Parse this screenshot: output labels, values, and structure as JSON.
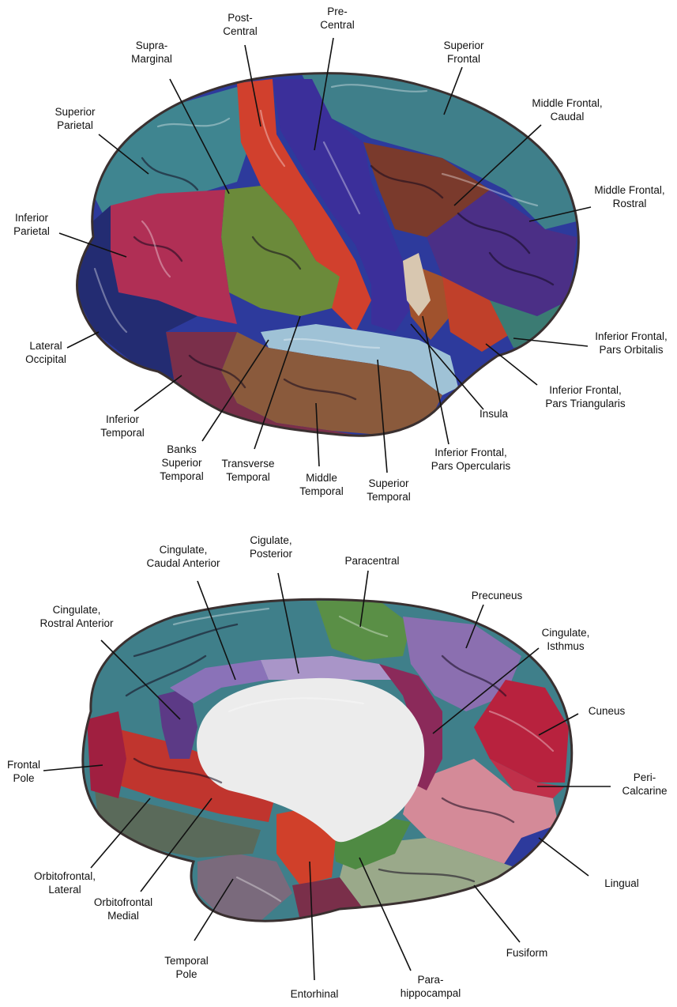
{
  "region_colors": {
    "superior_frontal": "#3f7f8a",
    "middle_frontal_caudal": "#7a3a2c",
    "middle_frontal_rostral": "#4b2f86",
    "pre_central": "#3b2f9a",
    "post_central": "#d1402d",
    "supramarginal": "#6b8a3a",
    "superior_parietal": "#3f8590",
    "inferior_parietal": "#b02f55",
    "lateral_occipital": "#232c72",
    "inferior_temporal": "#7a2f4a",
    "middle_temporal": "#8a5a3c",
    "superior_temporal": "#9fc2d6",
    "insula": "#d8c7b0",
    "pars_opercularis": "#a0522d",
    "pars_triangularis": "#c0402a",
    "pars_orbitalis": "#3b7b73",
    "cingulate_caudal_anterior": "#8a72b8",
    "cingulate_posterior": "#a995c8",
    "cingulate_rostral_anterior": "#5c3a86",
    "cingulate_isthmus": "#8b2a5a",
    "paracentral": "#5a8f46",
    "precuneus": "#8b6fb0",
    "cuneus": "#b8223e",
    "pericalcarine": "#c0304a",
    "lingual": "#d48a98",
    "fusiform": "#9aa98a",
    "parahippocampal": "#4f8a43",
    "entorhinal": "#d0402a",
    "temporal_pole": "#7a6a7c",
    "orbitofrontal_medial": "#c0352e",
    "orbitofrontal_lateral": "#5a6a5a",
    "frontal_pole": "#a01f40",
    "corpus_callosum": "#ececec",
    "lateral_blue": "#2d3a9c"
  },
  "lateral_view": {
    "labels": [
      {
        "key": "post_central",
        "lines": [
          "Post-",
          "Central"
        ]
      },
      {
        "key": "pre_central",
        "lines": [
          "Pre-",
          "Central"
        ]
      },
      {
        "key": "supra_marginal",
        "lines": [
          "Supra-",
          "Marginal"
        ]
      },
      {
        "key": "superior_frontal",
        "lines": [
          "Superior",
          "Frontal"
        ]
      },
      {
        "key": "middle_frontal_caudal",
        "lines": [
          "Middle Frontal,",
          "Caudal"
        ]
      },
      {
        "key": "superior_parietal",
        "lines": [
          "Superior",
          "Parietal"
        ]
      },
      {
        "key": "middle_frontal_rostral",
        "lines": [
          "Middle Frontal,",
          "Rostral"
        ]
      },
      {
        "key": "inferior_parietal",
        "lines": [
          "Inferior",
          "Parietal"
        ]
      },
      {
        "key": "lateral_occipital",
        "lines": [
          "Lateral",
          "Occipital"
        ]
      },
      {
        "key": "inferior_frontal_pars_orbitalis",
        "lines": [
          "Inferior Frontal,",
          "Pars Orbitalis"
        ]
      },
      {
        "key": "inferior_frontal_pars_triangularis",
        "lines": [
          "Inferior Frontal,",
          "Pars Triangularis"
        ]
      },
      {
        "key": "inferior_temporal",
        "lines": [
          "Inferior",
          "Temporal"
        ]
      },
      {
        "key": "insula",
        "lines": [
          "Insula"
        ]
      },
      {
        "key": "banks_superior_temporal",
        "lines": [
          "Banks",
          "Superior",
          "Temporal"
        ]
      },
      {
        "key": "transverse_temporal",
        "lines": [
          "Transverse",
          "Temporal"
        ]
      },
      {
        "key": "inferior_frontal_pars_opercularis",
        "lines": [
          "Inferior Frontal,",
          "Pars Opercularis"
        ]
      },
      {
        "key": "middle_temporal",
        "lines": [
          "Middle",
          "Temporal"
        ]
      },
      {
        "key": "superior_temporal",
        "lines": [
          "Superior",
          "Temporal"
        ]
      }
    ]
  },
  "medial_view": {
    "labels": [
      {
        "key": "cingulate_caudal_anterior",
        "lines": [
          "Cingulate,",
          "Caudal Anterior"
        ]
      },
      {
        "key": "cigulate_posterior",
        "lines": [
          "Cigulate,",
          "Posterior"
        ]
      },
      {
        "key": "paracentral",
        "lines": [
          "Paracentral"
        ]
      },
      {
        "key": "precuneus",
        "lines": [
          "Precuneus"
        ]
      },
      {
        "key": "cingulate_rostral_anterior",
        "lines": [
          "Cingulate,",
          "Rostral Anterior"
        ]
      },
      {
        "key": "cingulate_isthmus",
        "lines": [
          "Cingulate,",
          "Isthmus"
        ]
      },
      {
        "key": "cuneus",
        "lines": [
          "Cuneus"
        ]
      },
      {
        "key": "frontal_pole",
        "lines": [
          "Frontal",
          "Pole"
        ]
      },
      {
        "key": "pericalcarine",
        "lines": [
          "Peri-",
          "Calcarine"
        ]
      },
      {
        "key": "orbitofrontal_lateral",
        "lines": [
          "Orbitofrontal,",
          "Lateral"
        ]
      },
      {
        "key": "lingual",
        "lines": [
          "Lingual"
        ]
      },
      {
        "key": "orbitofrontal_medial",
        "lines": [
          "Orbitofrontal",
          "Medial"
        ]
      },
      {
        "key": "fusiform",
        "lines": [
          "Fusiform"
        ]
      },
      {
        "key": "temporal_pole",
        "lines": [
          "Temporal",
          "Pole"
        ]
      },
      {
        "key": "entorhinal",
        "lines": [
          "Entorhinal"
        ]
      },
      {
        "key": "para_hippocampal",
        "lines": [
          "Para-",
          "hippocampal"
        ]
      }
    ]
  }
}
